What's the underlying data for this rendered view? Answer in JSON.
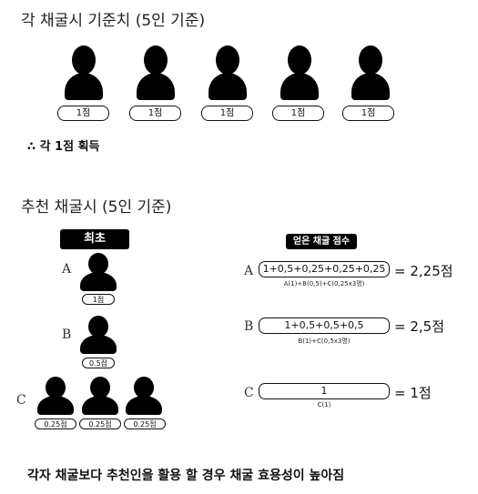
{
  "section1": {
    "title": "각 채굴시 기준치 (5인 기준)",
    "badges": [
      "1점",
      "1점",
      "1점",
      "1점",
      "1점"
    ],
    "conclusion": "∴ 각 1점 획득"
  },
  "section2": {
    "title": "추천 채굴시 (5인 기준)",
    "first_label": "최초",
    "score_header": "얻은 채굴 점수",
    "rows": [
      {
        "letter": "A",
        "badges": [
          "1점"
        ],
        "expression": "1+0,5+0,25+0,25+0,25",
        "formula": "A(1)+B(0,5)+C(0,25x3명)",
        "result": "= 2,25점"
      },
      {
        "letter": "B",
        "badges": [
          "0.5점"
        ],
        "expression": "1+0,5+0,5+0,5",
        "formula": "B(1)+C(0,5x3명)",
        "result": "= 2,5점"
      },
      {
        "letter": "C",
        "badges": [
          "0.25점",
          "0.25점",
          "0.25점"
        ],
        "expression": "1",
        "formula": "C(1)",
        "result": "= 1점"
      }
    ]
  },
  "footer": "각자 채굴보다 추천인을 활용 할 경우 채굴 효용성이 높아짐"
}
